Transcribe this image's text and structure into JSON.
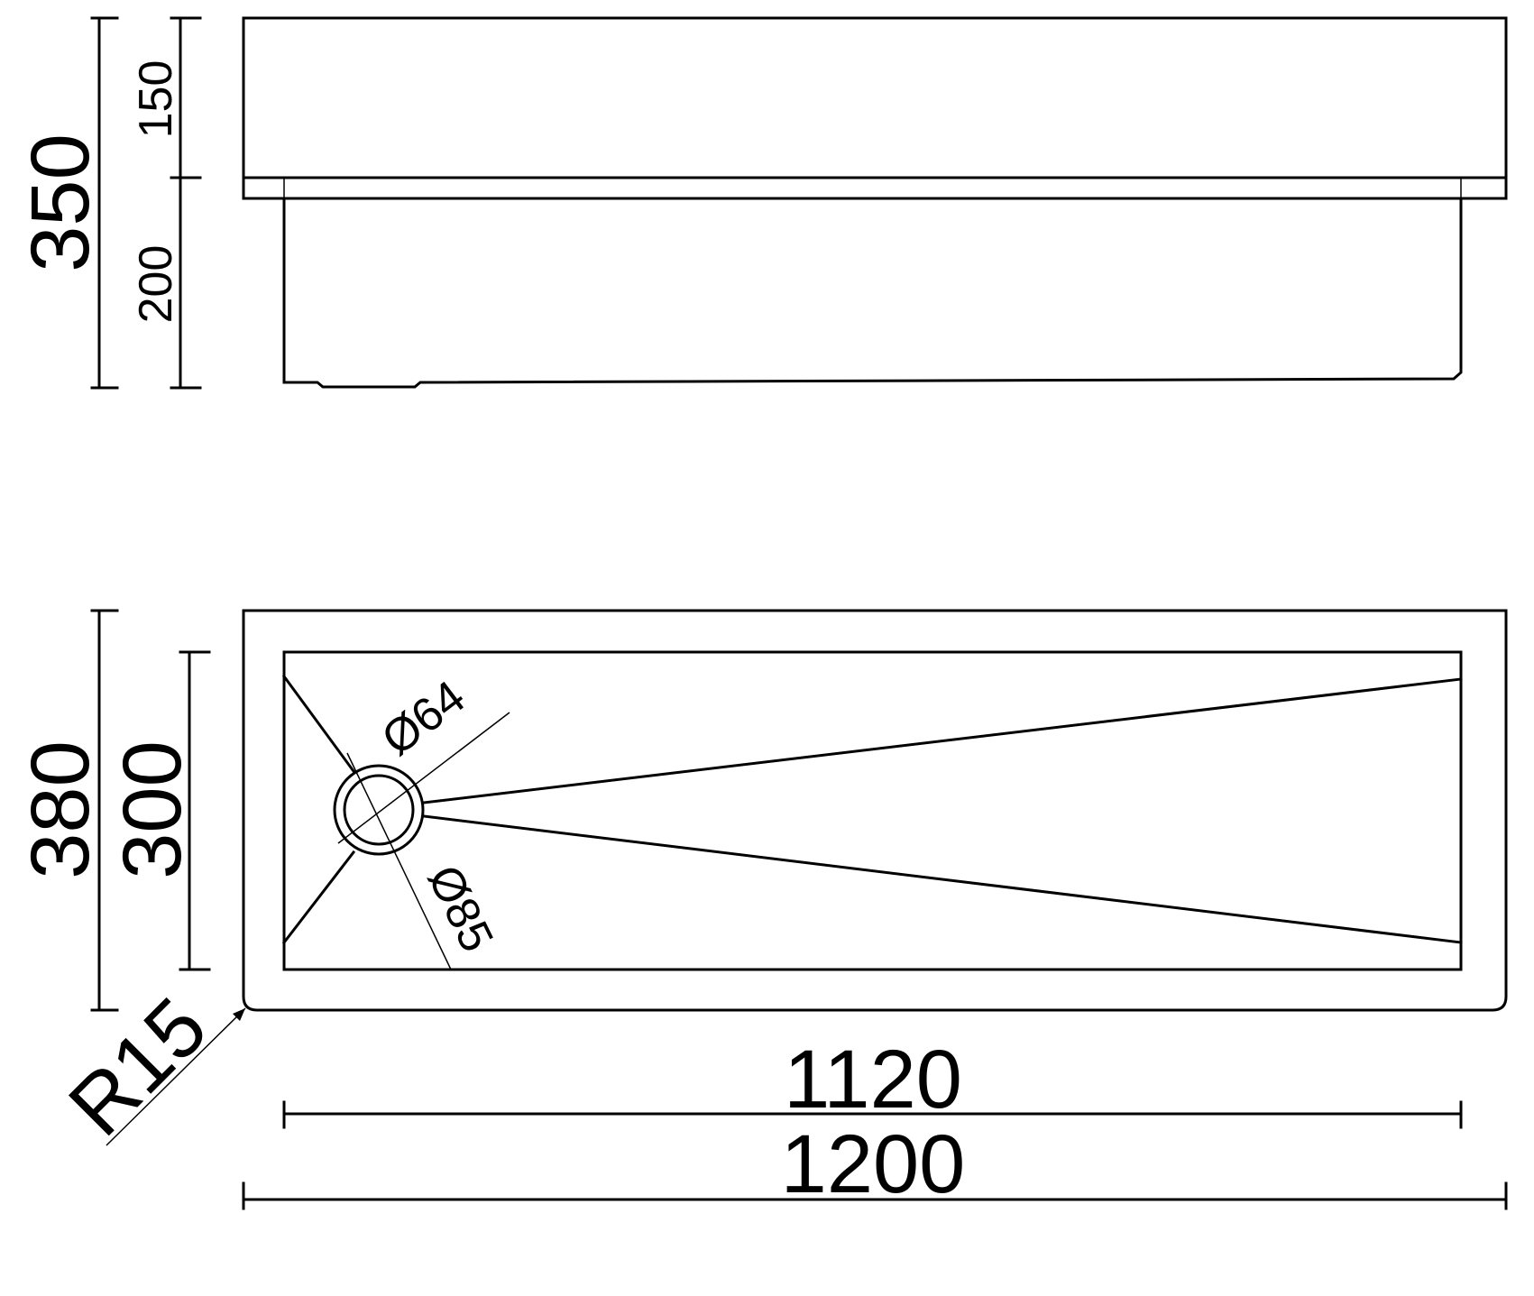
{
  "side_view": {
    "total_height": "350",
    "upper_height": "150",
    "lower_height": "200"
  },
  "top_view": {
    "outer_depth": "380",
    "inner_depth": "300",
    "inner_width": "1120",
    "outer_width": "1200",
    "corner_radius": "R15",
    "drain_inner_diameter": "Ø64",
    "drain_outer_diameter": "Ø85"
  }
}
